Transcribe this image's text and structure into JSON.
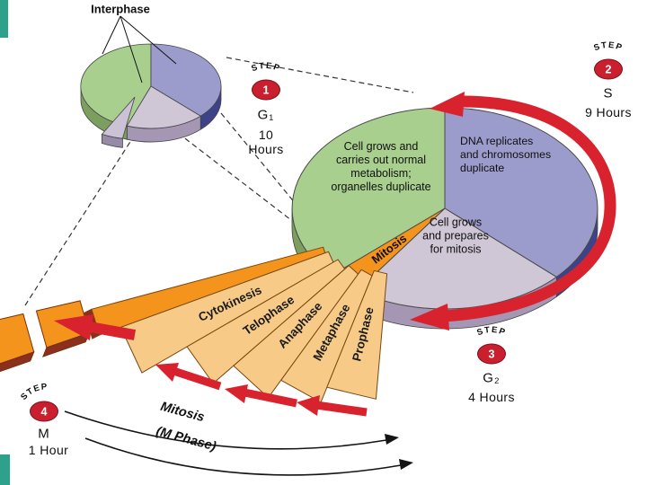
{
  "interphase_label": "Interphase",
  "steps": [
    {
      "word": "STEP",
      "num": "1",
      "phase": "G₁",
      "hours": "10 Hours"
    },
    {
      "word": "STEP",
      "num": "2",
      "phase": "S",
      "hours": "9 Hours"
    },
    {
      "word": "STEP",
      "num": "3",
      "phase": "G₂",
      "hours": "4 Hours"
    },
    {
      "word": "STEP",
      "num": "4",
      "phase": "M",
      "hours": "1 Hour"
    }
  ],
  "big_pie": {
    "g1_lines": [
      "Cell grows and",
      "carries out normal",
      "metabolism;",
      "organelles duplicate"
    ],
    "s_lines": [
      "DNA replicates",
      "and chromosomes",
      "duplicate"
    ],
    "g2_lines": [
      "Cell grows",
      "and prepares",
      "for mitosis"
    ],
    "mitosis_label": "Mitosis"
  },
  "fan": {
    "phases": [
      "Prophase",
      "Metaphase",
      "Anaphase",
      "Telophase",
      "Cytokinesis"
    ]
  },
  "footer": {
    "line1": "Mitosis",
    "line2": "(M Phase)"
  },
  "colors": {
    "g1_green": "#A9CF8F",
    "s_purple": "#9B9CCB",
    "g2_lavender": "#CFC6D6",
    "mitosis_orange": "#F5941D",
    "fan_tan": "#F7CB87",
    "arrow_red": "#D8232F",
    "badge_red": "#C91F2E",
    "edge_teal": "#2EA18B"
  }
}
